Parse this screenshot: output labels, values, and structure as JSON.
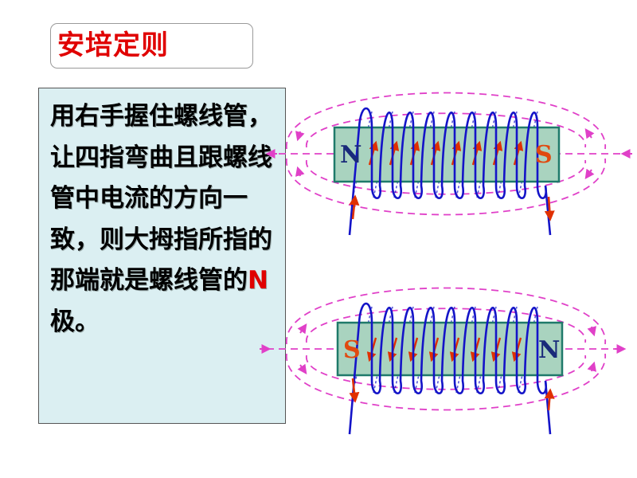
{
  "title": "安培定则",
  "rule": {
    "part1": "用右手握住螺线管，让四指弯曲且跟螺线管中电流的方向一致，则大拇指所指的那端就是螺线管的",
    "highlight": "N",
    "part2": "极。"
  },
  "colors": {
    "title_red": "#e00000",
    "rule_bg": "#dbeff2",
    "core_fill": "#a9d3bf",
    "core_border": "#1f7a6a",
    "coil_blue": "#1414c8",
    "current_red": "#e03000",
    "field_magenta": "#e040c8",
    "pole_navy": "#1a2a7a",
    "pole_orange": "#e04a10"
  },
  "solenoids": [
    {
      "left_pole": "N",
      "right_pole": "S",
      "current_arrow": "up"
    },
    {
      "left_pole": "S",
      "right_pole": "N",
      "current_arrow": "down"
    }
  ]
}
